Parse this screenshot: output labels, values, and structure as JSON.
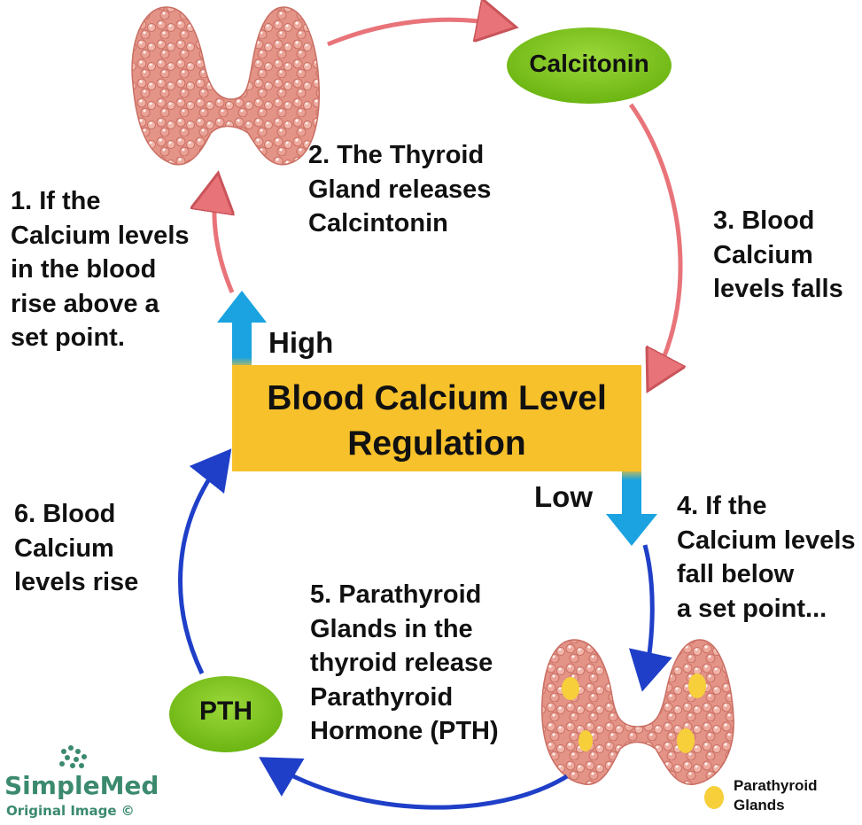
{
  "center": {
    "title": "Blood Calcium Level\nRegulation",
    "high_label": "High",
    "low_label": "Low"
  },
  "hormones": {
    "calcitonin": "Calcitonin",
    "pth": "PTH"
  },
  "steps": {
    "step1": "1. If the\nCalcium levels\nin the blood\nrise above a\nset point.",
    "step2": "2. The Thyroid\nGland releases\nCalcintonin",
    "step3": "3. Blood\nCalcium\nlevels falls",
    "step4": "4. If the\nCalcium levels\nfall below\na set point...",
    "step5": "5. Parathyroid\nGlands in the\nthyroid release\nParathyroid\nHormone (PTH)",
    "step6": "6. Blood\nCalcium\nlevels rise"
  },
  "legend": {
    "label": "Parathyroid\nGlands"
  },
  "brand": {
    "name": "SimpleMed",
    "sub": "Original Image ©"
  },
  "colors": {
    "red_arrow": "#e8747a",
    "blue_arrow": "#1f3fc8",
    "up_down_arrow": "#1aa3e0",
    "center_box": "#f7c12c",
    "hormone_ellipse": "#7fc41c",
    "thyroid": "#e79a8f",
    "parathyroid": "#f6cf3a",
    "brand": "#3b8a6e"
  }
}
